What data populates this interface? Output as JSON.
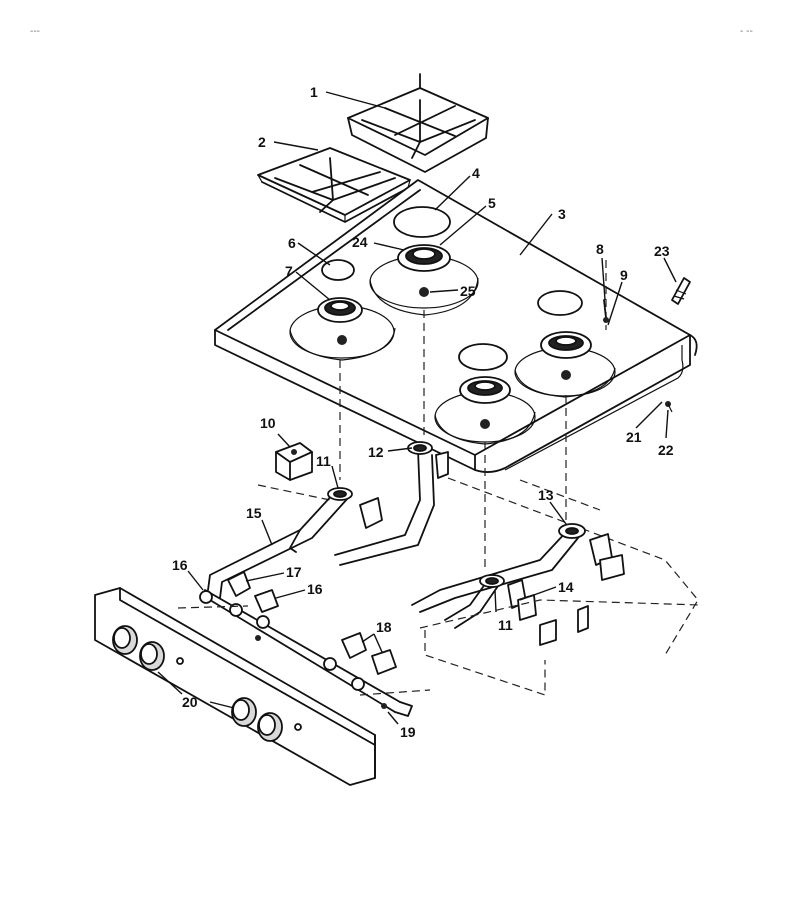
{
  "header": {
    "left_mark": "---",
    "right_mark": "- --"
  },
  "callouts": [
    {
      "id": "c1",
      "label": "1"
    },
    {
      "id": "c2",
      "label": "2"
    },
    {
      "id": "c3",
      "label": "3"
    },
    {
      "id": "c4",
      "label": "4"
    },
    {
      "id": "c5",
      "label": "5"
    },
    {
      "id": "c6",
      "label": "6"
    },
    {
      "id": "c7",
      "label": "7"
    },
    {
      "id": "c8",
      "label": "8"
    },
    {
      "id": "c9",
      "label": "9"
    },
    {
      "id": "c10",
      "label": "10"
    },
    {
      "id": "c11a",
      "label": "11"
    },
    {
      "id": "c11b",
      "label": "11"
    },
    {
      "id": "c12",
      "label": "12"
    },
    {
      "id": "c13",
      "label": "13"
    },
    {
      "id": "c14",
      "label": "14"
    },
    {
      "id": "c15",
      "label": "15"
    },
    {
      "id": "c16a",
      "label": "16"
    },
    {
      "id": "c16b",
      "label": "16"
    },
    {
      "id": "c17",
      "label": "17"
    },
    {
      "id": "c18",
      "label": "18"
    },
    {
      "id": "c19",
      "label": "19"
    },
    {
      "id": "c20",
      "label": "20"
    },
    {
      "id": "c21",
      "label": "21"
    },
    {
      "id": "c22",
      "label": "22"
    },
    {
      "id": "c23",
      "label": "23"
    },
    {
      "id": "c24",
      "label": "24"
    },
    {
      "id": "c25",
      "label": "25"
    }
  ]
}
